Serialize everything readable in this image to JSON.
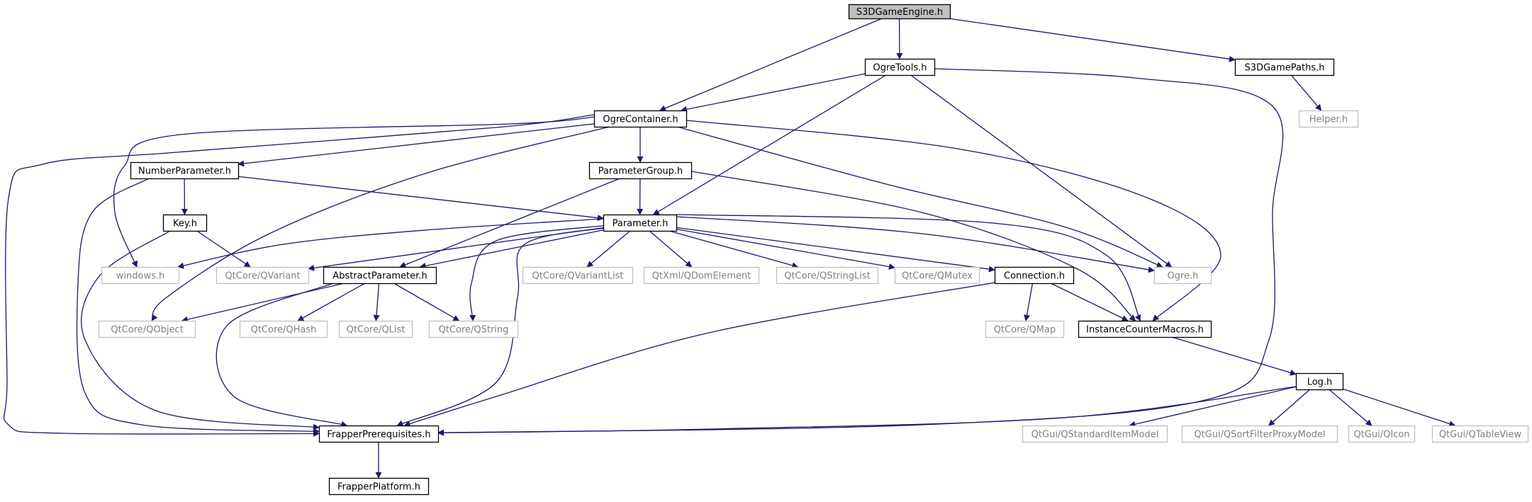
{
  "diagram": {
    "type": "include-dependency-graph",
    "colors": {
      "edge": "#191970",
      "root_fill": "#bfbfbf",
      "documented_border": "#000000",
      "undocumented_border": "#bfbfbf",
      "documented_text": "#000000",
      "undocumented_text": "#808080"
    },
    "nodes": [
      {
        "id": "root",
        "label": "S3DGameEngine.h",
        "kind": "root"
      },
      {
        "id": "ogretools",
        "label": "OgreTools.h",
        "kind": "documented"
      },
      {
        "id": "s3dpaths",
        "label": "S3DGamePaths.h",
        "kind": "documented"
      },
      {
        "id": "helper",
        "label": "Helper.h",
        "kind": "external"
      },
      {
        "id": "ogrecontainer",
        "label": "OgreContainer.h",
        "kind": "documented"
      },
      {
        "id": "numberparam",
        "label": "NumberParameter.h",
        "kind": "documented"
      },
      {
        "id": "paramgroup",
        "label": "ParameterGroup.h",
        "kind": "documented"
      },
      {
        "id": "key",
        "label": "Key.h",
        "kind": "documented"
      },
      {
        "id": "parameter",
        "label": "Parameter.h",
        "kind": "documented"
      },
      {
        "id": "windows",
        "label": "windows.h",
        "kind": "external"
      },
      {
        "id": "qvariant",
        "label": "QtCore/QVariant",
        "kind": "external"
      },
      {
        "id": "abstractparam",
        "label": "AbstractParameter.h",
        "kind": "documented"
      },
      {
        "id": "qvariantlist",
        "label": "QtCore/QVariantList",
        "kind": "external"
      },
      {
        "id": "qdomelement",
        "label": "QtXml/QDomElement",
        "kind": "external"
      },
      {
        "id": "qstringlist",
        "label": "QtCore/QStringList",
        "kind": "external"
      },
      {
        "id": "qmutex",
        "label": "QtCore/QMutex",
        "kind": "external"
      },
      {
        "id": "connection",
        "label": "Connection.h",
        "kind": "documented"
      },
      {
        "id": "ogre",
        "label": "Ogre.h",
        "kind": "external"
      },
      {
        "id": "qobject",
        "label": "QtCore/QObject",
        "kind": "external"
      },
      {
        "id": "qhash",
        "label": "QtCore/QHash",
        "kind": "external"
      },
      {
        "id": "qlist",
        "label": "QtCore/QList",
        "kind": "external"
      },
      {
        "id": "qstring",
        "label": "QtCore/QString",
        "kind": "external"
      },
      {
        "id": "qmap",
        "label": "QtCore/QMap",
        "kind": "external"
      },
      {
        "id": "instcounter",
        "label": "InstanceCounterMacros.h",
        "kind": "documented"
      },
      {
        "id": "log",
        "label": "Log.h",
        "kind": "documented"
      },
      {
        "id": "frapperprereq",
        "label": "FrapperPrerequisites.h",
        "kind": "documented"
      },
      {
        "id": "qstditemmodel",
        "label": "QtGui/QStandardItemModel",
        "kind": "external"
      },
      {
        "id": "qsortfilter",
        "label": "QtGui/QSortFilterProxyModel",
        "kind": "external"
      },
      {
        "id": "qicon",
        "label": "QtGui/QIcon",
        "kind": "external"
      },
      {
        "id": "qtableview",
        "label": "QtGui/QTableView",
        "kind": "external"
      },
      {
        "id": "frapperplatform",
        "label": "FrapperPlatform.h",
        "kind": "documented"
      }
    ],
    "edges": [
      [
        "root",
        "ogretools"
      ],
      [
        "root",
        "ogrecontainer"
      ],
      [
        "root",
        "s3dpaths"
      ],
      [
        "s3dpaths",
        "helper"
      ],
      [
        "ogretools",
        "ogrecontainer"
      ],
      [
        "ogretools",
        "parameter"
      ],
      [
        "ogretools",
        "ogre"
      ],
      [
        "ogretools",
        "frapperprereq"
      ],
      [
        "ogrecontainer",
        "numberparam"
      ],
      [
        "ogrecontainer",
        "paramgroup"
      ],
      [
        "ogrecontainer",
        "windows"
      ],
      [
        "ogrecontainer",
        "qobject"
      ],
      [
        "ogrecontainer",
        "ogre"
      ],
      [
        "ogrecontainer",
        "instcounter"
      ],
      [
        "ogrecontainer",
        "frapperprereq"
      ],
      [
        "numberparam",
        "key"
      ],
      [
        "numberparam",
        "parameter"
      ],
      [
        "numberparam",
        "frapperprereq"
      ],
      [
        "paramgroup",
        "parameter"
      ],
      [
        "paramgroup",
        "abstractparam"
      ],
      [
        "paramgroup",
        "instcounter"
      ],
      [
        "key",
        "qvariant"
      ],
      [
        "key",
        "frapperprereq"
      ],
      [
        "parameter",
        "windows"
      ],
      [
        "parameter",
        "qvariant"
      ],
      [
        "parameter",
        "abstractparam"
      ],
      [
        "parameter",
        "qstring"
      ],
      [
        "parameter",
        "frapperprereq"
      ],
      [
        "parameter",
        "qvariantlist"
      ],
      [
        "parameter",
        "qdomelement"
      ],
      [
        "parameter",
        "qstringlist"
      ],
      [
        "parameter",
        "qmutex"
      ],
      [
        "parameter",
        "connection"
      ],
      [
        "parameter",
        "ogre"
      ],
      [
        "parameter",
        "instcounter"
      ],
      [
        "abstractparam",
        "qobject"
      ],
      [
        "abstractparam",
        "qhash"
      ],
      [
        "abstractparam",
        "qlist"
      ],
      [
        "abstractparam",
        "qstring"
      ],
      [
        "abstractparam",
        "frapperprereq"
      ],
      [
        "connection",
        "qmap"
      ],
      [
        "connection",
        "instcounter"
      ],
      [
        "connection",
        "frapperprereq"
      ],
      [
        "instcounter",
        "log"
      ],
      [
        "log",
        "frapperprereq"
      ],
      [
        "log",
        "qstditemmodel"
      ],
      [
        "log",
        "qsortfilter"
      ],
      [
        "log",
        "qicon"
      ],
      [
        "log",
        "qtableview"
      ],
      [
        "frapperprereq",
        "frapperplatform"
      ]
    ]
  }
}
